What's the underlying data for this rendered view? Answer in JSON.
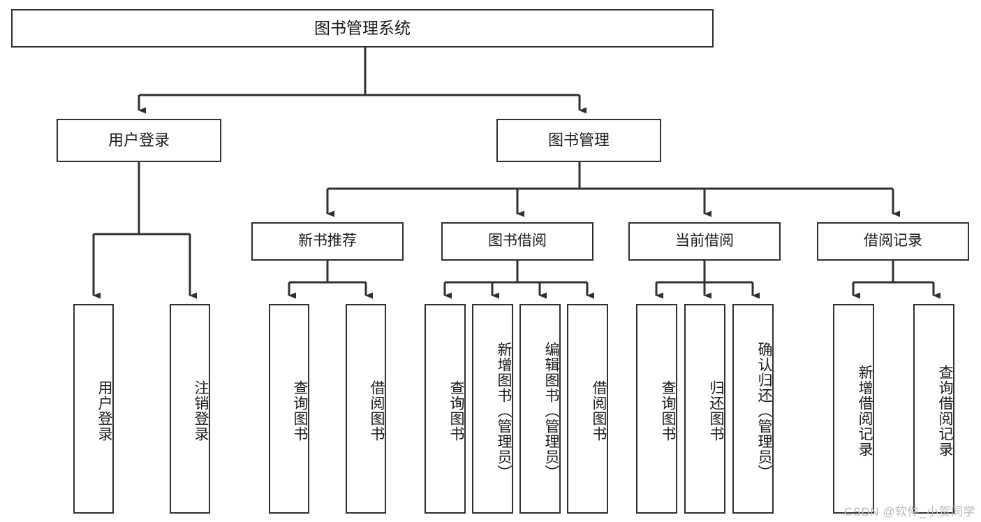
{
  "diagram": {
    "title": "图书管理系统",
    "type": "tree-hierarchy-chart",
    "root": {
      "label": "图书管理系统"
    },
    "level2": [
      {
        "label": "用户登录"
      },
      {
        "label": "图书管理"
      }
    ],
    "level3": [
      {
        "label": "新书推荐"
      },
      {
        "label": "图书借阅"
      },
      {
        "label": "当前借阅"
      },
      {
        "label": "借阅记录"
      }
    ],
    "leaves": {
      "user_login": [
        {
          "label": "用户登录"
        },
        {
          "label": "注销登录"
        }
      ],
      "new_book_recommend": [
        {
          "label": "查询图书"
        },
        {
          "label": "借阅图书"
        }
      ],
      "book_borrow": [
        {
          "label": "查询图书"
        },
        {
          "label": "新增图书（管理员）"
        },
        {
          "label": "编辑图书（管理员）"
        },
        {
          "label": "借阅图书"
        }
      ],
      "current_borrow": [
        {
          "label": "查询图书"
        },
        {
          "label": "归还图书"
        },
        {
          "label": "确认归还（管理员）"
        }
      ],
      "borrow_record": [
        {
          "label": "新增借阅记录"
        },
        {
          "label": "查询借阅记录"
        }
      ]
    }
  },
  "watermark": {
    "text": "CSDN @软件_小贺同学"
  },
  "colors": {
    "stroke": "#2f2f2f",
    "text": "#1a1a1a",
    "background": "#ffffff",
    "watermark": "#b9b9b9"
  }
}
